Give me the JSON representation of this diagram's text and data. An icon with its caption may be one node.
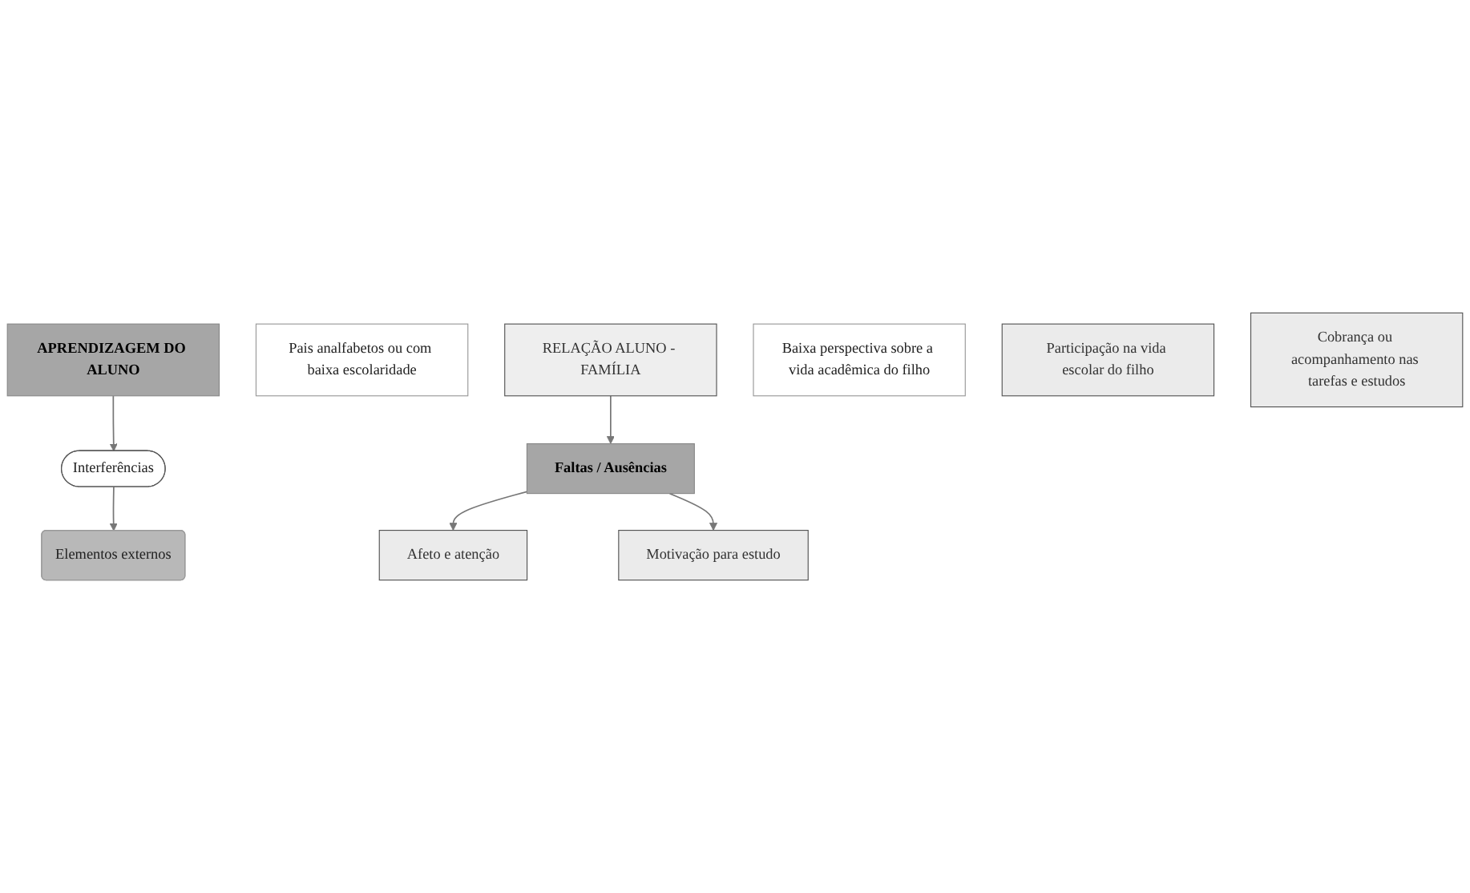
{
  "diagram": {
    "nodes": [
      {
        "text": [
          "APRENDIZAGEM DO ALUNO"
        ]
      },
      {
        "text": [
          "Interferências"
        ]
      },
      {
        "text": [
          "Elementos externos"
        ]
      },
      {
        "text": [
          "Pais analfabetos ou com baixa escolaridade"
        ]
      },
      {
        "text": [
          "RELAÇÃO ALUNO - FAMÍLIA"
        ]
      },
      {
        "text": [
          "Baixa perspectiva sobre a vida acadêmica do filho"
        ]
      },
      {
        "text": [
          "Faltas / Ausências"
        ]
      },
      {
        "text": [
          "Afeto e atenção"
        ]
      },
      {
        "text": [
          "Participação na vida escolar do filho"
        ]
      },
      {
        "text": [
          "Cobrança ou acompanhamento nas tarefas e estudos"
        ]
      },
      {
        "text": [
          "Motivação para estudo"
        ]
      }
    ],
    "edges": [
      {
        "from": 0,
        "to": 1,
        "arrow": "to"
      },
      {
        "from": 1,
        "to": 2,
        "arrow": "to"
      },
      {
        "from": 4,
        "to": 6,
        "arrow": "to"
      },
      {
        "from": 6,
        "to": 7,
        "arrow": "to"
      },
      {
        "from": 6,
        "to": 10,
        "arrow": "to"
      }
    ]
  }
}
